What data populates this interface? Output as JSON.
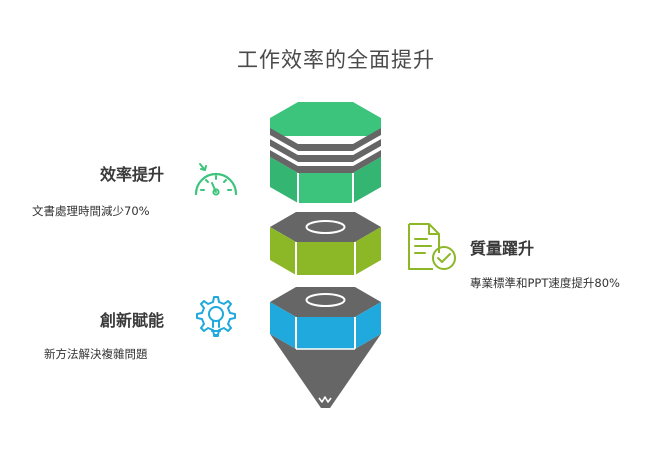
{
  "title": "工作效率的全面提升",
  "items": [
    {
      "label": "效率提升",
      "desc": "文書處理時間減少70%",
      "icon": "speedometer-icon",
      "color": "#3cc47c"
    },
    {
      "label": "質量躍升",
      "desc": "專業標準和PPT速度提升80%",
      "icon": "document-check-icon",
      "color": "#8cb827"
    },
    {
      "label": "創新賦能",
      "desc": "新方法解決複雜問題",
      "icon": "lightbulb-gear-icon",
      "color": "#1fa9dc"
    }
  ],
  "colors": {
    "green": "#3cc47c",
    "lime": "#8cb827",
    "blue": "#1fa9dc",
    "gray": "#666666"
  }
}
